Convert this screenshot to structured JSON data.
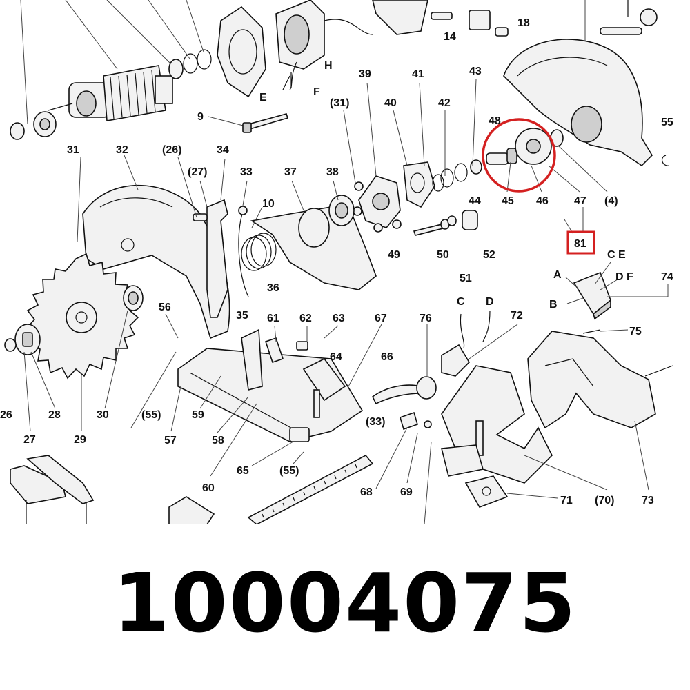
{
  "part_number": "10004075",
  "highlight_color": "#d42020",
  "highlighted_callout": "81",
  "callouts": [
    "14",
    "18",
    "H",
    "E",
    "F",
    "9",
    "39",
    "41",
    "43",
    "(31)",
    "40",
    "42",
    "48",
    "55",
    "31",
    "32",
    "(26)",
    "34",
    "33",
    "(27)",
    "37",
    "38",
    "10",
    "44",
    "45",
    "46",
    "47",
    "(4)",
    "81",
    "49",
    "50",
    "52",
    "51",
    "C E",
    "A",
    "D F",
    "74",
    "B",
    "36",
    "35",
    "56",
    "61",
    "62",
    "63",
    "67",
    "76",
    "C",
    "D",
    "72",
    "75",
    "64",
    "66",
    "59",
    "(55)",
    "57",
    "58",
    "26",
    "28",
    "30",
    "27",
    "29",
    "60",
    "65",
    "(33)",
    "68",
    "69",
    "71",
    "(70)",
    "73"
  ]
}
